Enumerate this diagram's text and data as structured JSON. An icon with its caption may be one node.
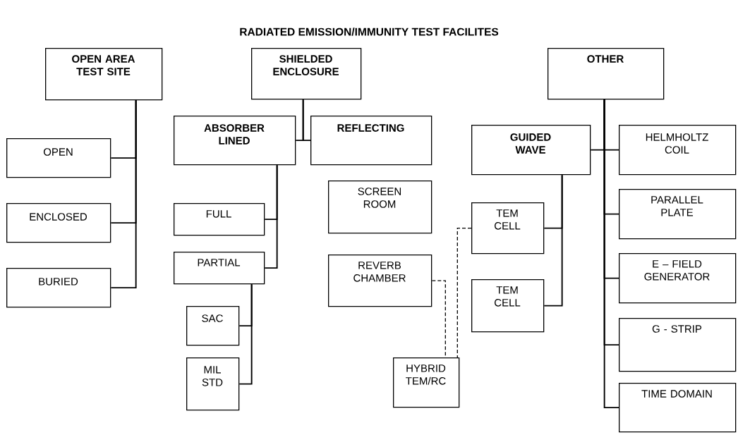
{
  "diagram": {
    "title": "RADIATED EMISSION/IMMUNITY TEST FACILITES",
    "nodes": [
      {
        "text": [
          "OPEN AREA TEST SITE"
        ]
      },
      {
        "text": [
          "SHIELDED ENCLOSURE"
        ]
      },
      {
        "text": [
          "OTHER"
        ]
      },
      {
        "text": [
          "ABSORBER LINED"
        ]
      },
      {
        "text": [
          "REFLECTING"
        ]
      },
      {
        "text": [
          "OPEN"
        ]
      },
      {
        "text": [
          "ENCLOSED"
        ]
      },
      {
        "text": [
          "BURIED"
        ]
      },
      {
        "text": [
          "FULL"
        ]
      },
      {
        "text": [
          "PARTIAL"
        ]
      },
      {
        "text": [
          "SAC"
        ]
      },
      {
        "text": [
          "MIL STD"
        ]
      },
      {
        "text": [
          "SCREEN ROOM"
        ]
      },
      {
        "text": [
          "REVERB CHAMBER"
        ]
      },
      {
        "text": [
          "GUIDED WAVE"
        ]
      },
      {
        "text": [
          "HELMHOLTZ COIL"
        ]
      },
      {
        "text": [
          "TEM CELL"
        ]
      },
      {
        "text": [
          "TEM CELL"
        ]
      },
      {
        "text": [
          "PARALLEL PLATE"
        ]
      },
      {
        "text": [
          "E – FIELD GENERATOR"
        ]
      },
      {
        "text": [
          "G - STRIP"
        ]
      },
      {
        "text": [
          "TIME DOMAIN"
        ]
      },
      {
        "text": [
          "HYBRID TEM/RC"
        ]
      }
    ],
    "edges": [
      {
        "from": 0,
        "to": 5,
        "arrow": "none"
      },
      {
        "from": 0,
        "to": 6,
        "arrow": "none"
      },
      {
        "from": 0,
        "to": 7,
        "arrow": "none"
      },
      {
        "from": 1,
        "to": 3,
        "arrow": "none"
      },
      {
        "from": 1,
        "to": 4,
        "arrow": "none"
      },
      {
        "from": 3,
        "to": 8,
        "arrow": "none"
      },
      {
        "from": 3,
        "to": 9,
        "arrow": "none"
      },
      {
        "from": 9,
        "to": 10,
        "arrow": "none"
      },
      {
        "from": 9,
        "to": 11,
        "arrow": "none"
      },
      {
        "from": 2,
        "to": 14,
        "arrow": "none"
      },
      {
        "from": 2,
        "to": 15,
        "arrow": "none"
      },
      {
        "from": 2,
        "to": 18,
        "arrow": "none"
      },
      {
        "from": 2,
        "to": 19,
        "arrow": "none"
      },
      {
        "from": 2,
        "to": 20,
        "arrow": "none"
      },
      {
        "from": 2,
        "to": 21,
        "arrow": "none"
      },
      {
        "from": 14,
        "to": 16,
        "arrow": "none"
      },
      {
        "from": 14,
        "to": 17,
        "arrow": "none"
      },
      {
        "from": 13,
        "to": 22,
        "arrow": "none",
        "style": "dashed"
      },
      {
        "from": 16,
        "to": 22,
        "arrow": "none",
        "style": "dashed"
      }
    ]
  }
}
